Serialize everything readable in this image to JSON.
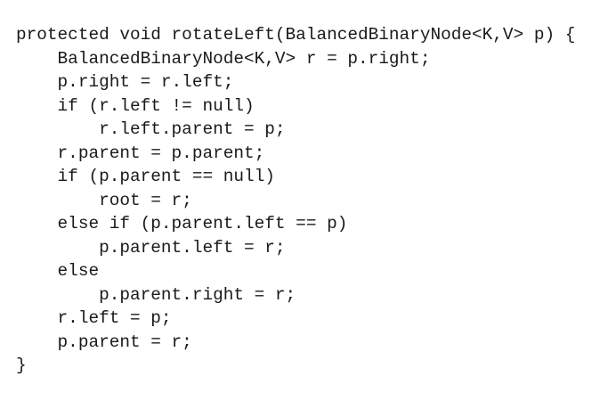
{
  "code_lines": [
    "protected void rotateLeft(BalancedBinaryNode<K,V> p) {",
    "    BalancedBinaryNode<K,V> r = p.right;",
    "    p.right = r.left;",
    "    if (r.left != null)",
    "        r.left.parent = p;",
    "    r.parent = p.parent;",
    "    if (p.parent == null)",
    "        root = r;",
    "    else if (p.parent.left == p)",
    "        p.parent.left = r;",
    "    else",
    "        p.parent.right = r;",
    "    r.left = p;",
    "    p.parent = r;",
    "}"
  ]
}
